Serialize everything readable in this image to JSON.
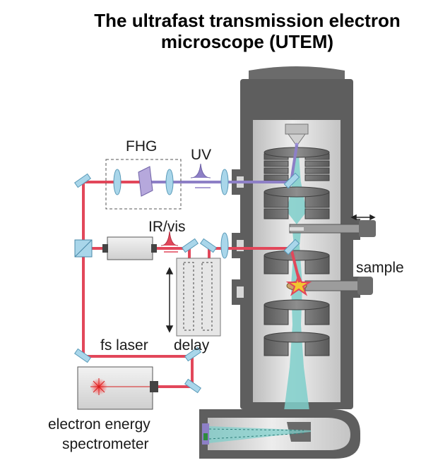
{
  "title": {
    "line1": "The ultrafast transmission electron",
    "line2": "microscope (UTEM)"
  },
  "labels": {
    "fhg": "FHG",
    "uv": "UV",
    "ir_vis": "IR/vis",
    "sample": "sample",
    "fs_laser": "fs laser",
    "delay": "delay",
    "spectrometer_line1": "electron energy",
    "spectrometer_line2": "spectrometer"
  },
  "colors": {
    "laser_beam": "#e2475a",
    "uv_beam": "#8d7fc6",
    "electron_beam": "#7fcfcb",
    "column_dark": "#5e5e5e",
    "column_light": "#d6d6d6",
    "lens_blue": "#a9d6ea",
    "sample_star": "#f2c62f"
  }
}
